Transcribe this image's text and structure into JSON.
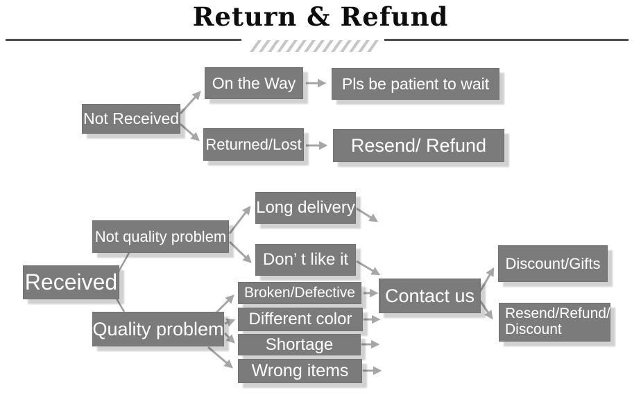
{
  "title": "Return & Refund",
  "colors": {
    "box": "#7b7b7b",
    "box_text": "#ffffff",
    "arrow": "#a6a6a6",
    "divider": "#4d4d4d",
    "hatch": "#c6c6c6",
    "background": "#ffffff"
  },
  "nodes": {
    "not_received": "Not Received",
    "on_the_way": "On the Way",
    "pls_wait": "Pls be patient to wait",
    "returned_lost": "Returned/Lost",
    "resend_refund": "Resend/ Refund",
    "received": "Received",
    "not_quality_problem": "Not quality problem",
    "long_delivery": "Long delivery",
    "dont_like_it": "Don’ t like it",
    "quality_problem": "Quality problem",
    "broken_defective": "Broken/Defective",
    "different_color": "Different color",
    "shortage": "Shortage",
    "wrong_items": "Wrong items",
    "contact_us": "Contact us",
    "discount_gifts": "Discount/Gifts",
    "resend_refund_discount_line1": "Resend/Refund/",
    "resend_refund_discount_line2": "Discount"
  }
}
